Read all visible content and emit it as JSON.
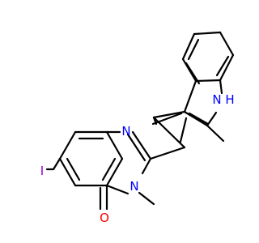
{
  "atoms": {
    "iodine": {
      "text": "I",
      "color": "#9400d3"
    },
    "quinazoline_n1": {
      "text": "N",
      "color": "#0000ff"
    },
    "quinazoline_n3": {
      "text": "N",
      "color": "#0000ff"
    },
    "carbonyl_o": {
      "text": "O",
      "color": "#ff0000"
    },
    "indole_nh": {
      "text": "H",
      "color": "#0000ff"
    },
    "indole_n": {
      "text": "N",
      "color": "#0000ff"
    }
  },
  "bond_color": "#000000"
}
